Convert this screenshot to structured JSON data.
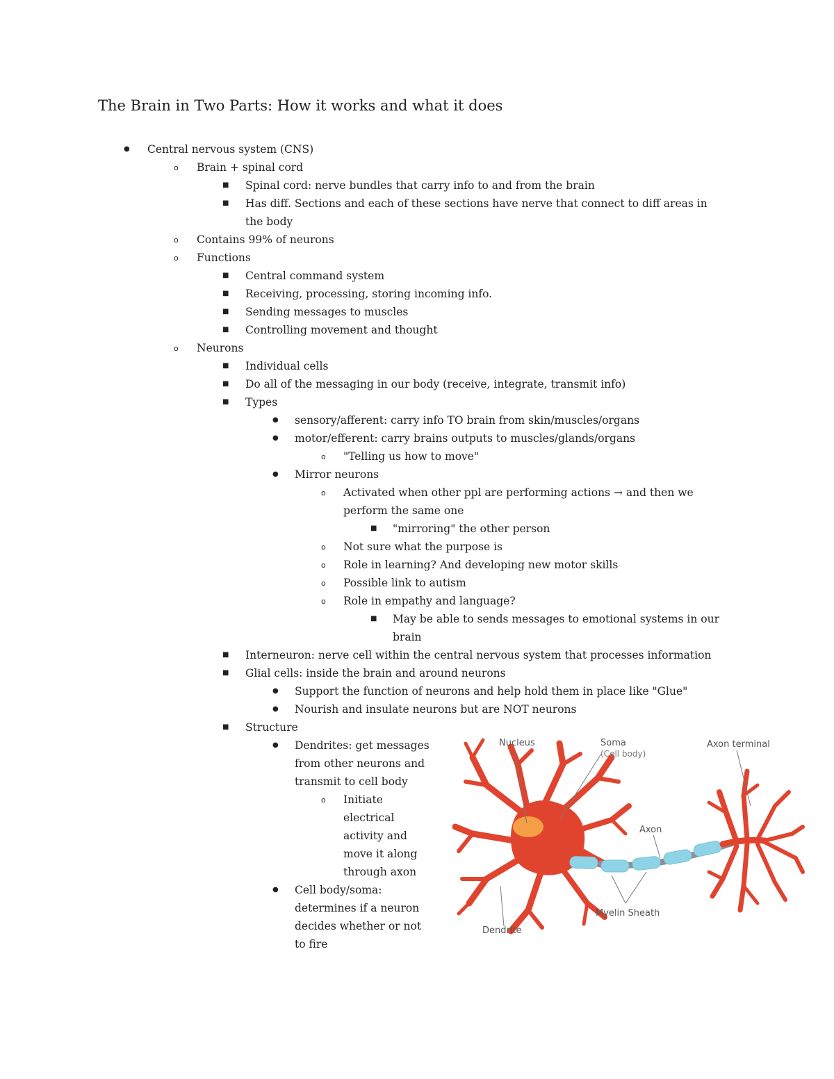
{
  "document": {
    "title": "The Brain in Two Parts: How it works and what it does",
    "markers": {
      "level1": "●",
      "level2": "o",
      "level3": "■"
    },
    "lines": [
      {
        "text": "Central nervous system (CNS)",
        "level": 1
      },
      {
        "text": "Brain + spinal cord",
        "level": 2
      },
      {
        "text": "Spinal cord: nerve bundles that carry info to and from the brain",
        "level": 3
      },
      {
        "text": "Has diff. Sections and each of these sections have nerve  that connect to diff areas in",
        "level": 3
      },
      {
        "text": "the body",
        "level": 3,
        "continuation": true
      },
      {
        "text": "Contains 99% of neurons",
        "level": 2
      },
      {
        "text": "Functions",
        "level": 2
      },
      {
        "text": "Central command system",
        "level": 3
      },
      {
        "text": "Receiving, processing, storing incoming info.",
        "level": 3
      },
      {
        "text": "Sending messages to muscles",
        "level": 3
      },
      {
        "text": "Controlling movement and thought",
        "level": 3
      },
      {
        "text": "Neurons",
        "level": 2
      },
      {
        "text": "Individual cells",
        "level": 3
      },
      {
        "text": "Do all of the messaging in our body (receive, integrate, transmit info)",
        "level": 3
      },
      {
        "text": "Types",
        "level": 3
      },
      {
        "text": "sensory/afferent: carry info TO brain from skin/muscles/organs",
        "level": 4
      },
      {
        "text": "motor/efferent: carry brains outputs to muscles/glands/organs",
        "level": 4
      },
      {
        "text": "\"Telling us how to move\"",
        "level": 5
      },
      {
        "text": "Mirror neurons",
        "level": 4
      },
      {
        "text": "Activated when other ppl are performing actions → and then we",
        "level": 5
      },
      {
        "text": "perform the same one",
        "level": 5,
        "continuation": true
      },
      {
        "text": "\"mirroring\" the other person",
        "level": 6
      },
      {
        "text": "Not sure what the purpose is",
        "level": 5
      },
      {
        "text": "Role in learning? And developing new motor skills",
        "level": 5
      },
      {
        "text": "Possible link to autism",
        "level": 5
      },
      {
        "text": "Role in empathy and language?",
        "level": 5
      },
      {
        "text": "May be able to sends messages to emotional systems in our",
        "level": 6
      },
      {
        "text": "brain",
        "level": 6,
        "continuation": true
      },
      {
        "text": "Interneuron: nerve cell within the central nervous system that processes information",
        "level": 3
      },
      {
        "text": "Glial cells: inside the brain and around neurons",
        "level": 3
      },
      {
        "text": "Support the function of neurons and help hold them in place like \"Glue\"",
        "level": 4
      },
      {
        "text": "Nourish and insulate neurons but are NOT neurons",
        "level": 4
      },
      {
        "text": "Structure",
        "level": 3
      },
      {
        "text": "Dendrites: get messages",
        "level": 4
      },
      {
        "text": "from other neurons and",
        "level": 4,
        "continuation": true
      },
      {
        "text": "transmit to cell body",
        "level": 4,
        "continuation": true
      },
      {
        "text": "Initiate",
        "level": 5
      },
      {
        "text": "electrical",
        "level": 5,
        "continuation": true
      },
      {
        "text": "activity and",
        "level": 5,
        "continuation": true
      },
      {
        "text": "move it along",
        "level": 5,
        "continuation": true
      },
      {
        "text": "through axon",
        "level": 5,
        "continuation": true
      },
      {
        "text": "Cell body/soma:",
        "level": 4
      },
      {
        "text": "determines if a neuron",
        "level": 4,
        "continuation": true
      },
      {
        "text": "decides whether or not",
        "level": 4,
        "continuation": true
      },
      {
        "text": "to fire",
        "level": 4,
        "continuation": true
      }
    ]
  },
  "figure": {
    "labels": {
      "nucleus": "Nucleus",
      "soma": "Soma",
      "cell_body": "(Cell body)",
      "axon_terminal": "Axon terminal",
      "axon": "Axon",
      "myelin_sheath": "Myelin Sheath",
      "dendrite": "Dendrite"
    },
    "colors": {
      "cell": "#e0442f",
      "nucleus": "#f5a046",
      "myelin": "#8fd3e6",
      "axon": "#8d8e99",
      "label": "#555555"
    }
  }
}
